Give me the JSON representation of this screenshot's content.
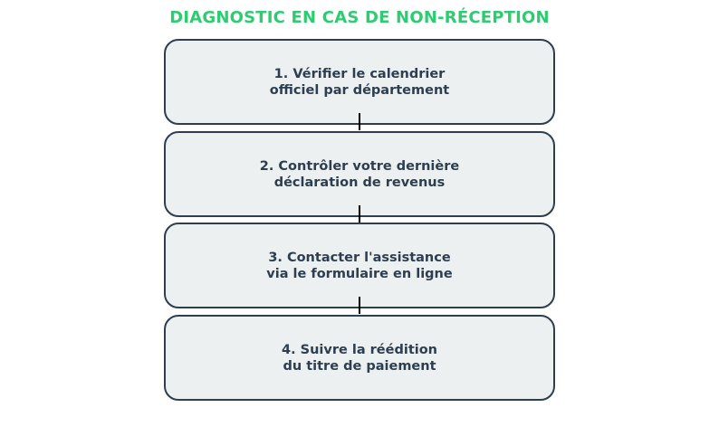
{
  "diagram": {
    "title": "DIAGNOSTIC EN CAS DE NON-RÉCEPTION",
    "steps": [
      {
        "label": "1. Vérifier le calendrier\nofficiel par département"
      },
      {
        "label": "2. Contrôler votre dernière\ndéclaration de revenus"
      },
      {
        "label": "3. Contacter l'assistance\nvia le formulaire en ligne"
      },
      {
        "label": "4. Suivre la réédition\ndu titre de paiement"
      }
    ]
  },
  "colors": {
    "title": "#2ecc71",
    "box_border": "#2c3e50",
    "box_fill": "#ecf0f1",
    "text": "#2c3e50",
    "connector": "#000000"
  }
}
